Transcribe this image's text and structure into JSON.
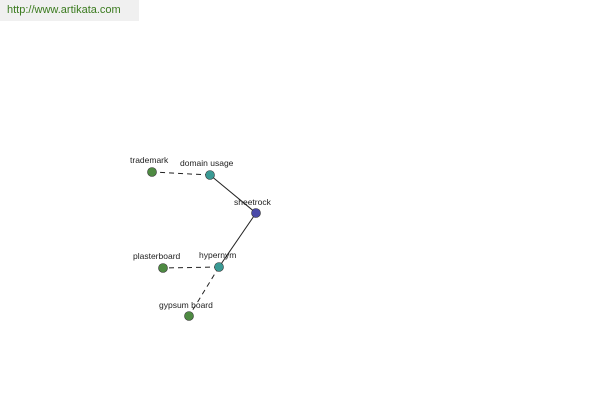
{
  "site": {
    "url": "http://www.artikata.com"
  },
  "colors": {
    "center_node": "#4a4aa8",
    "relation_node": "#3a9a94",
    "term_node": "#4e8a42",
    "url_text": "#3a7a1e",
    "edge": "#222222"
  },
  "graph": {
    "nodes": {
      "sheetrock": {
        "label": "sheetrock",
        "kind": "center"
      },
      "domain_usage": {
        "label": "domain usage",
        "kind": "relation"
      },
      "hypernym": {
        "label": "hypernym",
        "kind": "relation"
      },
      "trademark": {
        "label": "trademark",
        "kind": "term"
      },
      "plasterboard": {
        "label": "plasterboard",
        "kind": "term"
      },
      "gypsum_board": {
        "label": "gypsum board",
        "kind": "term"
      }
    },
    "edges": [
      {
        "from": "sheetrock",
        "to": "domain_usage",
        "style": "solid"
      },
      {
        "from": "sheetrock",
        "to": "hypernym",
        "style": "solid"
      },
      {
        "from": "domain_usage",
        "to": "trademark",
        "style": "dashed"
      },
      {
        "from": "hypernym",
        "to": "plasterboard",
        "style": "dashed"
      },
      {
        "from": "hypernym",
        "to": "gypsum_board",
        "style": "dashed"
      }
    ]
  }
}
